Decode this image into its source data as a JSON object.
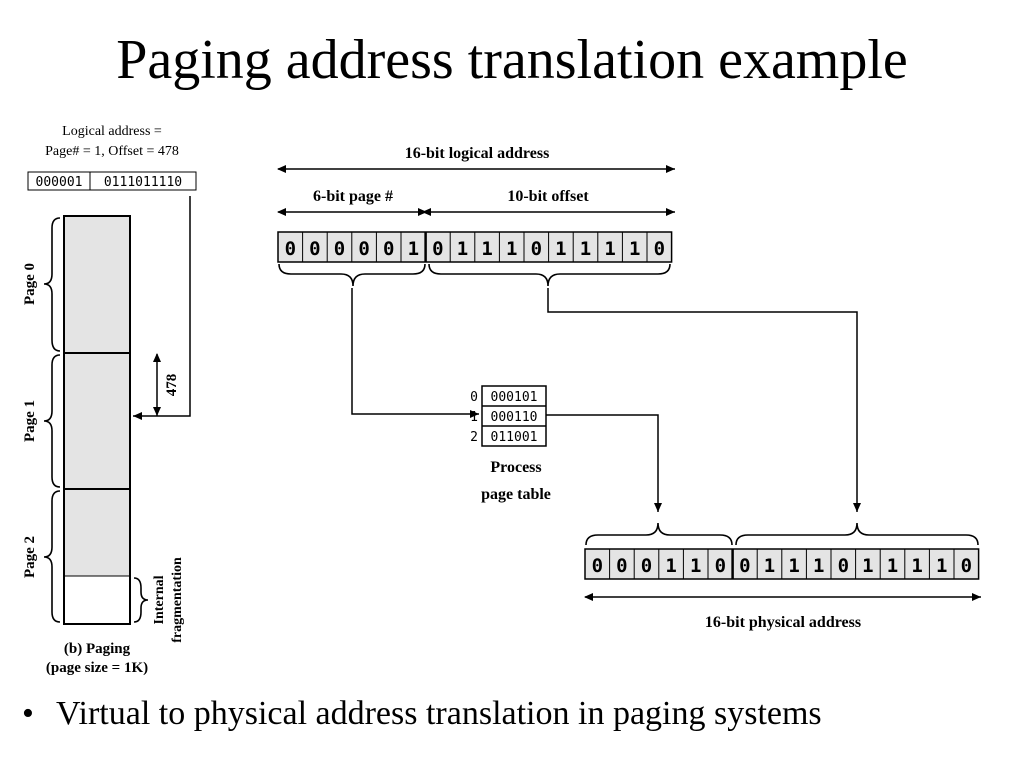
{
  "title": "Paging address translation example",
  "left_panel": {
    "logical_label_line1": "Logical address =",
    "logical_label_line2": "Page# = 1, Offset = 478",
    "address_page_bits": "000001",
    "address_offset_bits": "0111011110",
    "pages": [
      "Page 0",
      "Page 1",
      "Page 2"
    ],
    "offset_value": "478",
    "internal_fragmentation_line1": "Internal",
    "internal_fragmentation_line2": "fragmentation",
    "caption_line1": "(b) Paging",
    "caption_line2": "(page size = 1K)"
  },
  "logical_address": {
    "label": "16-bit logical address",
    "page_label": "6-bit page #",
    "offset_label": "10-bit offset",
    "bits": [
      "0",
      "0",
      "0",
      "0",
      "0",
      "1",
      "0",
      "1",
      "1",
      "1",
      "0",
      "1",
      "1",
      "1",
      "1",
      "0"
    ]
  },
  "page_table": {
    "rows": [
      {
        "index": "0",
        "frame": "000101"
      },
      {
        "index": "1",
        "frame": "000110"
      },
      {
        "index": "2",
        "frame": "011001"
      }
    ],
    "label_line1": "Process",
    "label_line2": "page table"
  },
  "physical_address": {
    "label": "16-bit physical address",
    "bits": [
      "0",
      "0",
      "0",
      "1",
      "1",
      "0",
      "0",
      "1",
      "1",
      "1",
      "0",
      "1",
      "1",
      "1",
      "1",
      "0"
    ]
  },
  "bullet": "Virtual to physical address translation in paging systems"
}
